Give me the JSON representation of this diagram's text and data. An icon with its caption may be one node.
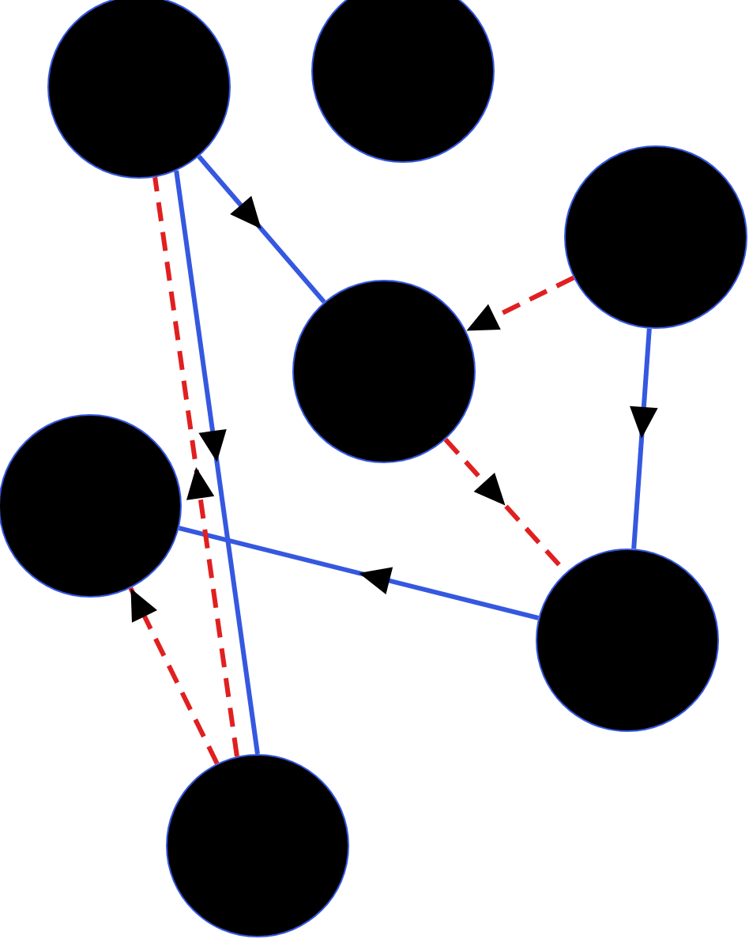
{
  "diagram": {
    "nodes": [
      {
        "text": [],
        "shape": "circle"
      },
      {
        "text": [],
        "shape": "circle"
      },
      {
        "text": [],
        "shape": "circle"
      },
      {
        "text": [],
        "shape": "circle"
      },
      {
        "text": [],
        "shape": "circle"
      },
      {
        "text": [],
        "shape": "circle"
      },
      {
        "text": [],
        "shape": "circle"
      }
    ],
    "edges": [
      {
        "from": 0,
        "to": 3,
        "arrow": "to"
      },
      {
        "from": 2,
        "to": 3,
        "arrow": "to",
        "style": "dashed",
        "color": "#e02020"
      },
      {
        "from": 2,
        "to": 5,
        "arrow": "to"
      },
      {
        "from": 3,
        "to": 5,
        "arrow": "to",
        "style": "dashed",
        "color": "#e02020"
      },
      {
        "from": 5,
        "to": 4,
        "arrow": "to"
      },
      {
        "from": 6,
        "to": 4,
        "arrow": "to",
        "style": "dashed",
        "color": "#e02020"
      },
      {
        "from": 6,
        "to": 0,
        "arrow": "to",
        "style": "dashed",
        "color": "#e02020"
      },
      {
        "from": 0,
        "to": 6,
        "arrow": "to"
      }
    ]
  }
}
